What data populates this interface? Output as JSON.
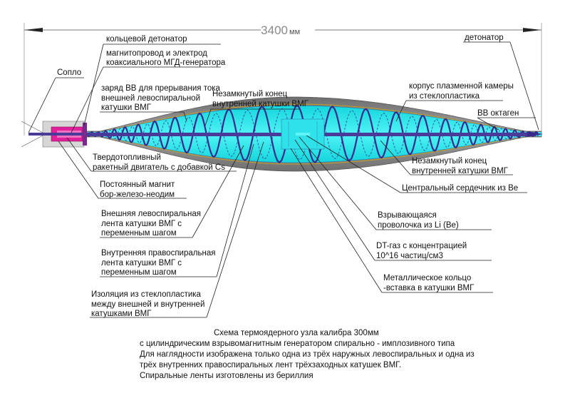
{
  "dimension": {
    "value": "3400",
    "unit": "мм"
  },
  "labels": {
    "ring_detonator": "кольцевой детонатор",
    "magnetic_line_1": "магнитопровод и электрод",
    "magnetic_line_2": "коаксиального МГД-генератора",
    "nozzle": "Сопло",
    "charge_line_1": "заряд ВВ для прерывания тока",
    "charge_line_2": "внешней левоспиральной",
    "charge_line_3": "катушки ВМГ",
    "open_end_top_1": "Незамкнутый конец",
    "open_end_top_2": "внутренней катушки ВМГ",
    "detonator": "детонатор",
    "body_line_1": "корпус плазменной камеры",
    "body_line_2": "из стеклопластика",
    "octogen": "ВВ октаген",
    "motor_line_1": "Твердотопливный",
    "motor_line_2": "ракетный двигатель с добавкой Cs",
    "magnet_line_1": "Постоянный магнит",
    "magnet_line_2": "бор-железо-неодим",
    "open_end_right_1": "Незамкнутый конец",
    "open_end_right_2": "внутренней катушки ВМГ",
    "core": "Центральный сердечник из Be",
    "outer_tape_1": "Внешняя левоспиральная",
    "outer_tape_2": "лента катушки ВМГ с",
    "outer_tape_3": "переменным шагом",
    "wire_1": "Взрывающаяся",
    "wire_2": "проволочка из Li (Be)",
    "dt_1": "DT-газ с концентрацией",
    "dt_2": "10^16 частиц/см3",
    "inner_tape_1": "Внутренняя правоспиральная",
    "inner_tape_2": "лента катушки ВМГ с",
    "inner_tape_3": "переменным шагом",
    "ring_1": "Металлическое кольцо",
    "ring_2": "-вставка в катушки ВМГ",
    "insul_1": "Изоляция из стеклопластика",
    "insul_2": "между внешней и внутренней",
    "insul_3": "катушками ВМГ"
  },
  "caption": {
    "line1": "Схема термоядерного узла калибра 300мм",
    "line2": "с цилиндрическим взрывомагнитным генератором спирально - имплозивного типа",
    "line3": "Для наглядности изображена только одна из трёх наружных левоспиральных и одна из",
    "line4": "трёх внутренних правоспиральных лент трёхзаходных катушек ВМГ.",
    "line5": "Спиральные ленты изготовлены из бериллия"
  },
  "colors": {
    "outer_shell": "#8f8f8f",
    "chamber": "#1ee8ee",
    "coil": "#3a2a8c",
    "magnet": "#e0209a",
    "insulation": "#c8a020"
  }
}
